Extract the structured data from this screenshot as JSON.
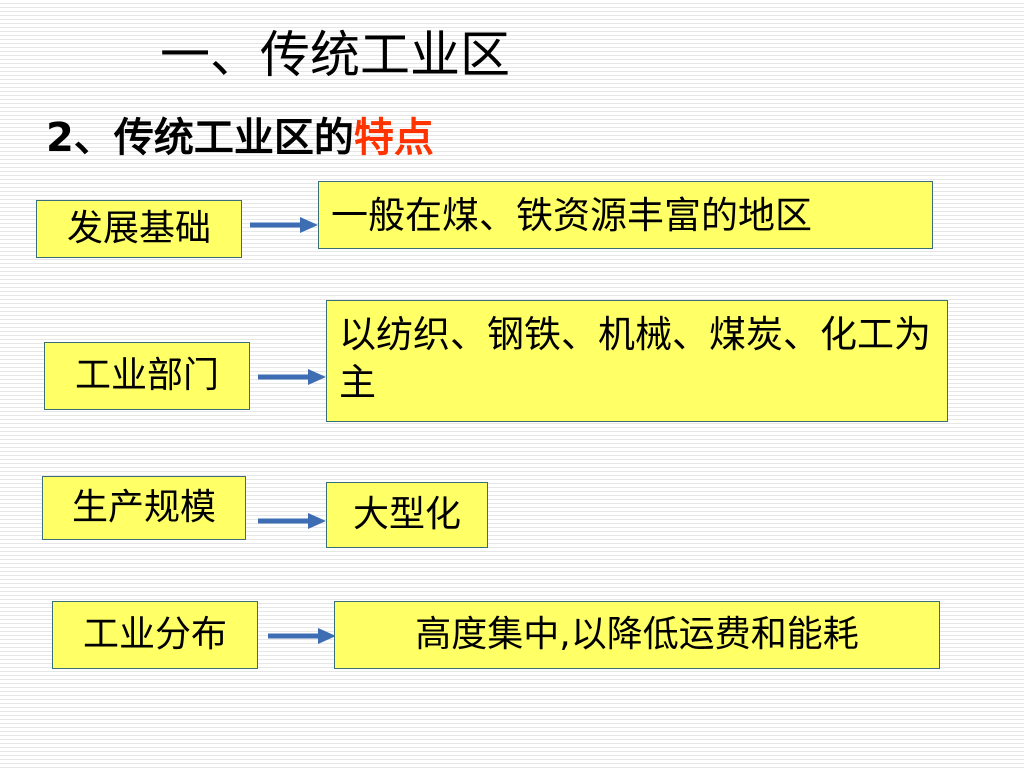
{
  "slide": {
    "title": "一、传统工业区",
    "subtitle_prefix": "2、传统工业区的",
    "subtitle_highlight": "特点",
    "highlight_color": "#ff3300",
    "box_fill": "#ffff66",
    "arrow_color": "#3d6eb4"
  },
  "rows": [
    {
      "label": "发展基础",
      "detail": "一般在煤、铁资源丰富的地区"
    },
    {
      "label": "工业部门",
      "detail": "以纺织、钢铁、机械、煤炭、化工为主"
    },
    {
      "label": "生产规模",
      "detail": "大型化"
    },
    {
      "label": "工业分布",
      "detail": "高度集中,以降低运费和能耗"
    }
  ]
}
